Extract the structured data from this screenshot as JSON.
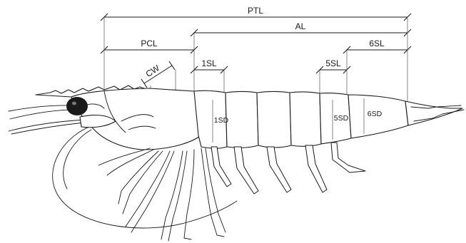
{
  "labels": {
    "ptl": "PTL",
    "al": "AL",
    "pcl": "PCL",
    "cw": "CW",
    "sl1": "1SL",
    "sl5": "5SL",
    "sl6": "6SL",
    "sd1": "1SD",
    "sd5": "5SD",
    "sd6": "6SD"
  }
}
